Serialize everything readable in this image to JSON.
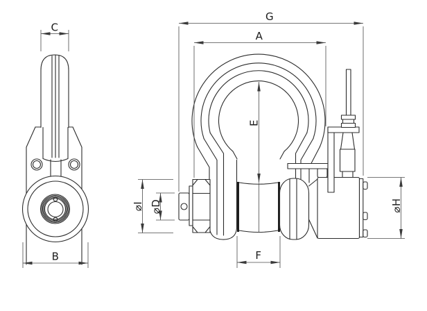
{
  "drawing": {
    "background": "#ffffff",
    "line_color": "#2b2b2b",
    "dim_color": "#4a4a4a",
    "side_view": {
      "dim_top_width": "C",
      "dim_body_width": "B"
    },
    "front_view": {
      "dim_overall_width": "G",
      "dim_bow_width": "A",
      "dim_inner_height": "E",
      "dim_nut_diameter": "⌀I",
      "dim_pin_diameter": "⌀D",
      "dim_bobbin_width": "F",
      "dim_housing_diameter": "⌀H"
    }
  }
}
